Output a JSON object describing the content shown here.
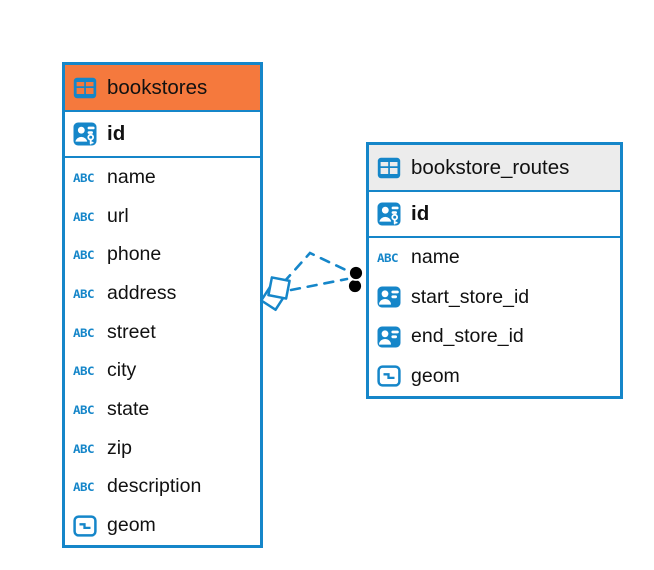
{
  "colors": {
    "accent_blue": "#1586C9",
    "bookstores_header": "#F5793D",
    "bookstore_routes_header": "#ECECEC",
    "row_background": "#FFFFFF",
    "text": "#111111",
    "relationship_dot": "#000000"
  },
  "icons": {
    "text_type_label": "ABC"
  },
  "tables": [
    {
      "name": "bookstores",
      "header_color": "#F5793D",
      "key_columns": [
        {
          "name": "id",
          "icon": "primary-key-icon"
        }
      ],
      "columns": [
        {
          "name": "name",
          "icon": "text-icon"
        },
        {
          "name": "url",
          "icon": "text-icon"
        },
        {
          "name": "phone",
          "icon": "text-icon"
        },
        {
          "name": "address",
          "icon": "text-icon"
        },
        {
          "name": "street",
          "icon": "text-icon"
        },
        {
          "name": "city",
          "icon": "text-icon"
        },
        {
          "name": "state",
          "icon": "text-icon"
        },
        {
          "name": "zip",
          "icon": "text-icon"
        },
        {
          "name": "description",
          "icon": "text-icon"
        },
        {
          "name": "geom",
          "icon": "geometry-icon"
        }
      ]
    },
    {
      "name": "bookstore_routes",
      "header_color": "#ECECEC",
      "key_columns": [
        {
          "name": "id",
          "icon": "primary-key-icon"
        }
      ],
      "columns": [
        {
          "name": "name",
          "icon": "text-icon"
        },
        {
          "name": "start_store_id",
          "icon": "foreign-key-icon"
        },
        {
          "name": "end_store_id",
          "icon": "foreign-key-icon"
        },
        {
          "name": "geom",
          "icon": "geometry-icon"
        }
      ]
    }
  ],
  "relationships": [
    {
      "from": "bookstores",
      "to": "bookstore_routes",
      "style": "dashed"
    },
    {
      "from": "bookstores",
      "to": "bookstore_routes",
      "style": "dashed"
    }
  ]
}
